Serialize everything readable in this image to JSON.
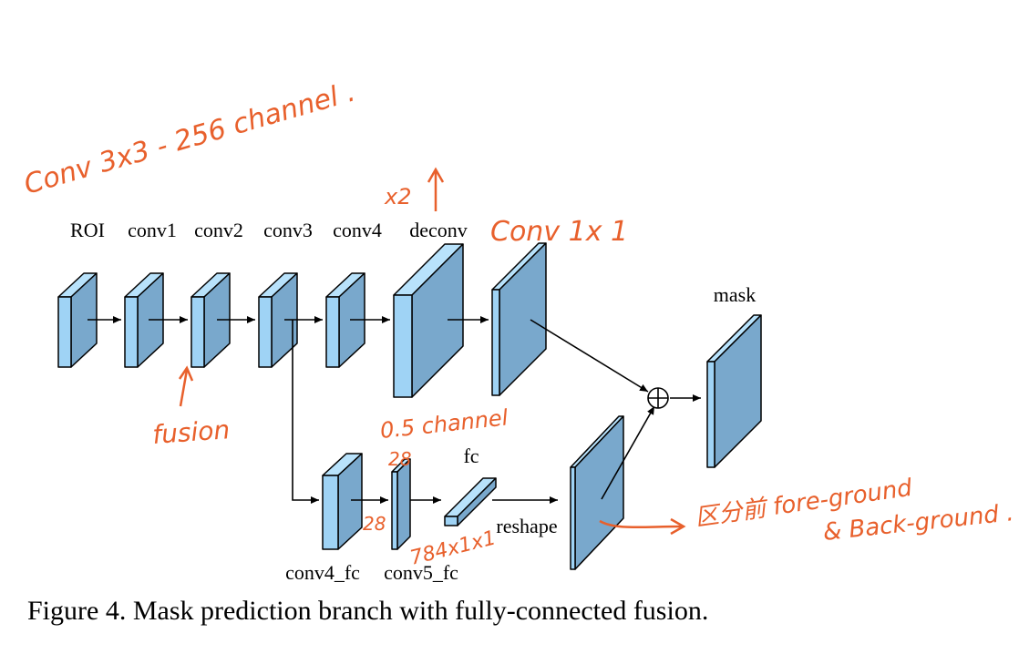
{
  "diagram": {
    "labels": {
      "roi": "ROI",
      "conv1": "conv1",
      "conv2": "conv2",
      "conv3": "conv3",
      "conv4": "conv4",
      "deconv": "deconv",
      "mask": "mask",
      "fc": "fc",
      "reshape": "reshape",
      "conv4_fc": "conv4_fc",
      "conv5_fc": "conv5_fc"
    },
    "fusion_symbol": "⊕",
    "colors": {
      "block_front": "#9fd3f5",
      "block_side": "#79a8cc",
      "block_top": "#b8e2fb",
      "outline": "#000000",
      "annotation": "#e8602c"
    }
  },
  "caption": "Figure 4. Mask prediction branch with fully-connected fusion.",
  "annotations": {
    "conv3x3": "Conv 3x3 - 256 channel .",
    "x2": "x2",
    "conv1x1": "Conv 1x 1",
    "fusion": "fusion",
    "half_channel": "0.5 channel",
    "n28_top": "28",
    "n28_side": "28",
    "dims": "784x1x1",
    "note_line1": "区分前 fore-ground",
    "note_line2": "& Back-ground ."
  }
}
